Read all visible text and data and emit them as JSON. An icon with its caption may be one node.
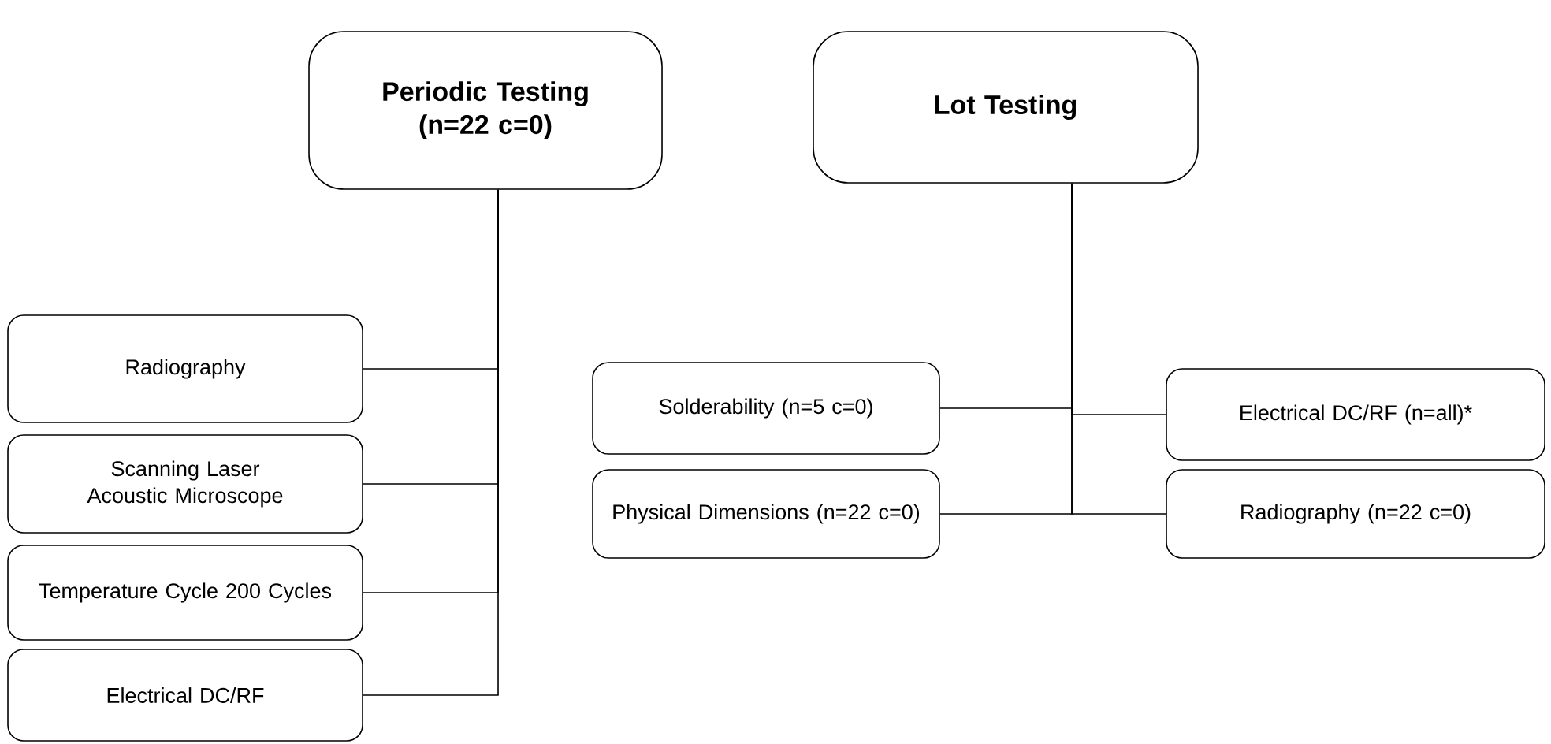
{
  "diagram": {
    "nodes": [
      {
        "text": [
          "Periodic Testing (n=22 c=0)"
        ]
      },
      {
        "text": [
          "Lot Testing"
        ]
      },
      {
        "text": [
          "Radiography"
        ]
      },
      {
        "text": [
          "Scanning Laser Acoustic Microscope"
        ]
      },
      {
        "text": [
          "Temperature Cycle 200 Cycles"
        ]
      },
      {
        "text": [
          "Electrical DC/RF"
        ]
      },
      {
        "text": [
          "Solderability (n=5 c=0)"
        ]
      },
      {
        "text": [
          "Physical Dimensions (n=22 c=0)"
        ]
      },
      {
        "text": [
          "Electrical DC/RF (n=all)*"
        ]
      },
      {
        "text": [
          "Radiography (n=22 c=0)"
        ]
      }
    ],
    "edges": [
      {
        "from": 0,
        "to": 2,
        "arrow": "none"
      },
      {
        "from": 0,
        "to": 3,
        "arrow": "none"
      },
      {
        "from": 0,
        "to": 4,
        "arrow": "none"
      },
      {
        "from": 0,
        "to": 5,
        "arrow": "none"
      },
      {
        "from": 1,
        "to": 6,
        "arrow": "none"
      },
      {
        "from": 1,
        "to": 8,
        "arrow": "none"
      },
      {
        "from": 1,
        "to": 7,
        "arrow": "none"
      },
      {
        "from": 1,
        "to": 9,
        "arrow": "none"
      }
    ]
  }
}
